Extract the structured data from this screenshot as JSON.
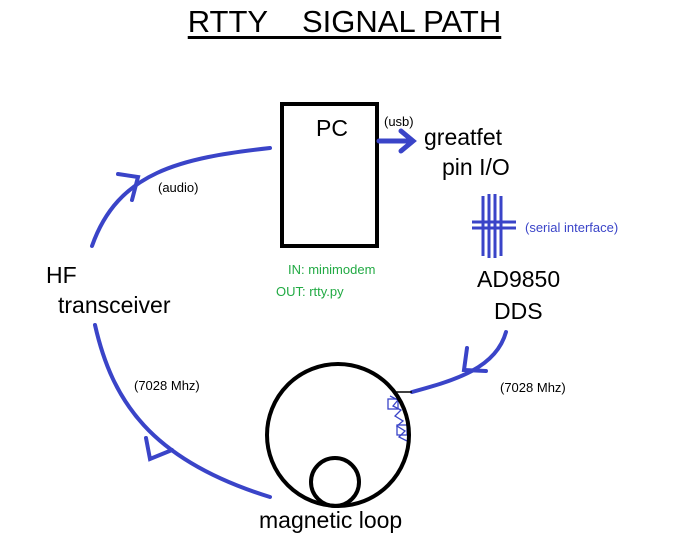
{
  "title": "RTTY    SIGNAL PATH",
  "nodes": {
    "pc": "PC",
    "greatfet_line1": "greatfet",
    "greatfet_line2": "pin I/O",
    "dds_line1": "AD9850",
    "dds_line2": "DDS",
    "hf_line1": "HF",
    "hf_line2": "transceiver",
    "loop": "magnetic loop"
  },
  "edge_labels": {
    "usb": "(usb)",
    "audio": "(audio)",
    "serial": "(serial interface)",
    "freq_left": "(7028 Mhz)",
    "freq_right": "(7028 Mhz)"
  },
  "software": {
    "in": "IN: minimodem",
    "out": "OUT: rtty.py"
  },
  "colors": {
    "arrow": "#3a44c8",
    "software_text": "#22aa44",
    "outline": "#000000"
  }
}
